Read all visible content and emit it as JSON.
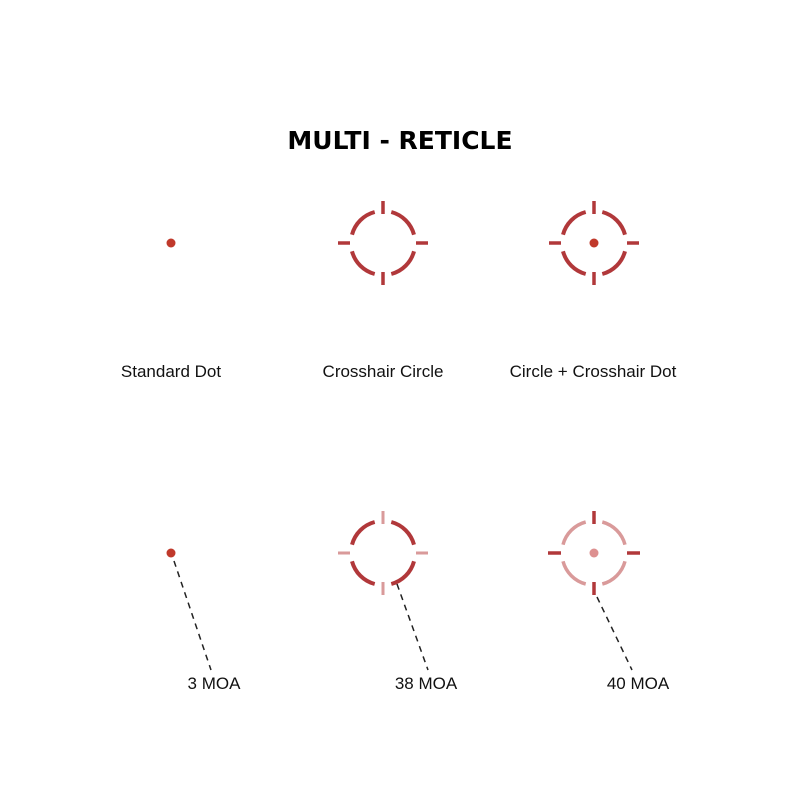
{
  "title": "MULTI - RETICLE",
  "colors": {
    "dark_red": "#b1383a",
    "light_red": "#d99a9a",
    "text": "#111111",
    "background": "#ffffff"
  },
  "top_row": [
    {
      "label": "Standard Dot",
      "type": "dot"
    },
    {
      "label": "Crosshair Circle",
      "type": "crosshair-circle"
    },
    {
      "label": "Circle + Crosshair Dot",
      "type": "circle-crosshair-dot"
    }
  ],
  "bottom_row": [
    {
      "size_label": "3 MOA",
      "highlight": "dot"
    },
    {
      "size_label": "38 MOA",
      "highlight": "circle"
    },
    {
      "size_label": "40 MOA",
      "highlight": "crosshair"
    }
  ]
}
